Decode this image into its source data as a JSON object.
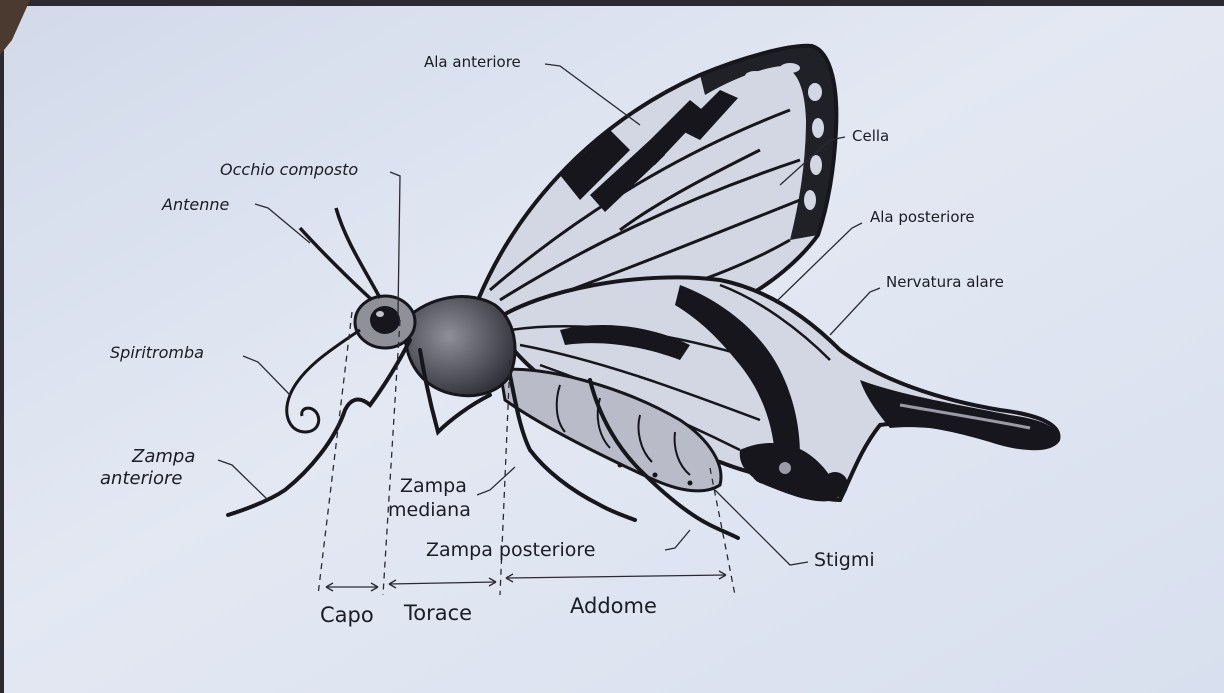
{
  "labels": {
    "ala_anteriore": "Ala anteriore",
    "cella": "Cella",
    "occhio_composto": "Occhio composto",
    "antenne": "Antenne",
    "ala_posteriore": "Ala posteriore",
    "nervatura_alare": "Nervatura alare",
    "spiritromba": "Spiritromba",
    "zampa_anteriore_1": "Zampa",
    "zampa_anteriore_2": "anteriore",
    "zampa_mediana_1": "Zampa",
    "zampa_mediana_2": "mediana",
    "zampa_posteriore": "Zampa posteriore",
    "stigmi": "Stigmi",
    "capo": "Capo",
    "torace": "Torace",
    "addome": "Addome"
  },
  "colors": {
    "paper": "#dfe5f2",
    "ink": "#16161c",
    "wing_light": "#d4d8e4"
  }
}
